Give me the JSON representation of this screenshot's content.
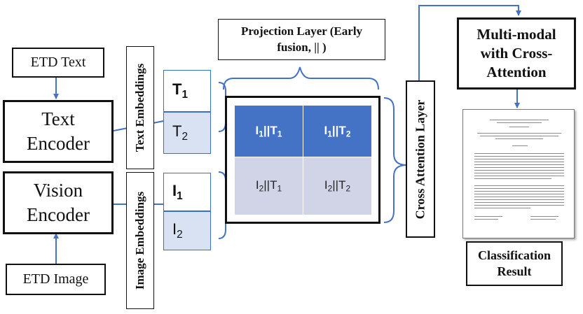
{
  "inputs": {
    "etd_text": "ETD Text",
    "etd_image": "ETD Image"
  },
  "encoders": {
    "text_encoder": "Text Encoder",
    "vision_encoder": "Vision Encoder"
  },
  "embeddings": {
    "text_label": "Text Embeddings",
    "image_label": "Image Embeddings",
    "text_tokens": [
      {
        "base": "T",
        "sub": "1"
      },
      {
        "base": "T",
        "sub": "2"
      }
    ],
    "image_tokens": [
      {
        "base": "I",
        "sub": "1"
      },
      {
        "base": "I",
        "sub": "2"
      }
    ]
  },
  "projection": {
    "title": "Projection Layer (Early fusion, || )",
    "cells": [
      [
        {
          "a": "I",
          "a_sub": "1",
          "sep": "||",
          "b": "T",
          "b_sub": "1"
        },
        {
          "a": "I",
          "a_sub": "1",
          "sep": "||",
          "b": "T",
          "b_sub": "2"
        }
      ],
      [
        {
          "a": "I",
          "a_sub": "2",
          "sep": "||",
          "b": "T",
          "b_sub": "1"
        },
        {
          "a": "I",
          "a_sub": "2",
          "sep": "||",
          "b": "T",
          "b_sub": "2"
        }
      ]
    ]
  },
  "cross_attention_layer": "Cross Attention Layer",
  "multimodal": "Multi-modal with Cross-Attention",
  "classification": "Classification Result",
  "colors": {
    "dark_blue": "#4472c4",
    "light_blue": "#d9e2f3",
    "lavender": "#d1d4e6",
    "line_blue": "#4472c4"
  }
}
